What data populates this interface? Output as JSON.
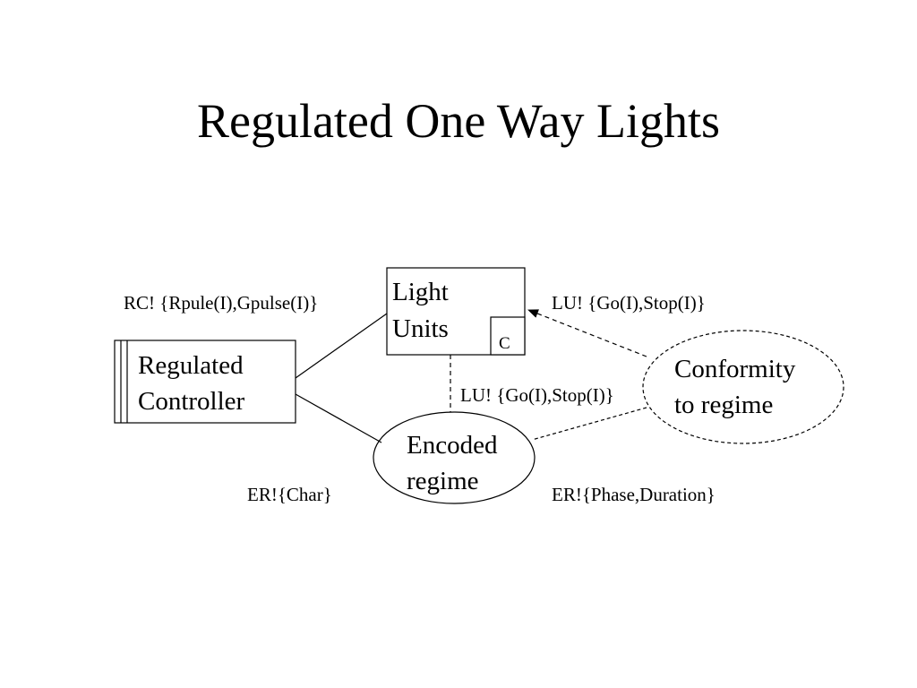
{
  "slide": {
    "title": "Regulated One Way Lights"
  },
  "domains": {
    "regulated_controller": {
      "line1": "Regulated",
      "line2": "Controller"
    },
    "light_units": {
      "line1": "Light",
      "line2": "Units",
      "marker": "C"
    }
  },
  "requirements": {
    "encoded_regime": {
      "line1": "Encoded",
      "line2": "regime"
    },
    "conformity": {
      "line1": "Conformity",
      "line2": "to regime"
    }
  },
  "interfaces": {
    "controller_to_lights": "RC! {Rpule(I),Gpulse(I)}",
    "lights_to_conformity": "LU! {Go(I),Stop(I)}",
    "lights_to_encoded": "LU! {Go(I),Stop(I)}",
    "controller_to_encoded": "ER!{Char}",
    "encoded_to_conformity": "ER!{Phase,Duration}"
  },
  "colors": {
    "ink": "#000000",
    "background": "#ffffff"
  }
}
